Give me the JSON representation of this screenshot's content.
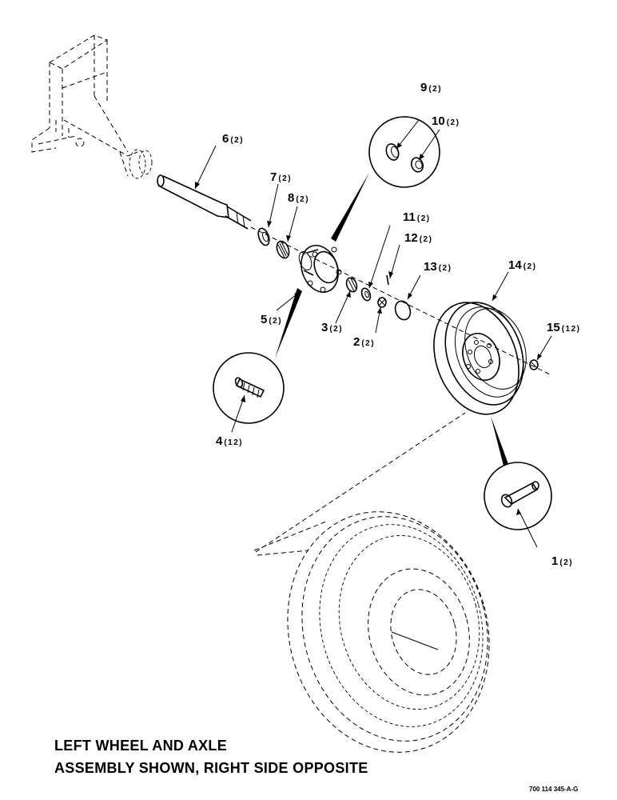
{
  "callouts": [
    {
      "number": "1",
      "qty": "(2)"
    },
    {
      "number": "2",
      "qty": "(2)"
    },
    {
      "number": "3",
      "qty": "(2)"
    },
    {
      "number": "4",
      "qty": "(12)"
    },
    {
      "number": "5",
      "qty": "(2)"
    },
    {
      "number": "6",
      "qty": "(2)"
    },
    {
      "number": "7",
      "qty": "(2)"
    },
    {
      "number": "8",
      "qty": "(2)"
    },
    {
      "number": "9",
      "qty": "(2)"
    },
    {
      "number": "10",
      "qty": "(2)"
    },
    {
      "number": "11",
      "qty": "(2)"
    },
    {
      "number": "12",
      "qty": "(2)"
    },
    {
      "number": "13",
      "qty": "(2)"
    },
    {
      "number": "14",
      "qty": "(2)"
    },
    {
      "number": "15",
      "qty": "(12)"
    }
  ],
  "caption": {
    "line1": "LEFT WHEEL AND AXLE",
    "line2": "ASSEMBLY SHOWN, RIGHT SIDE OPPOSITE"
  },
  "figure_id": "700 114 345-A-G",
  "icons": {
    "detail_circles": [
      "bearing-cups-detail",
      "wheel-stud-detail",
      "valve-stem-detail"
    ]
  }
}
